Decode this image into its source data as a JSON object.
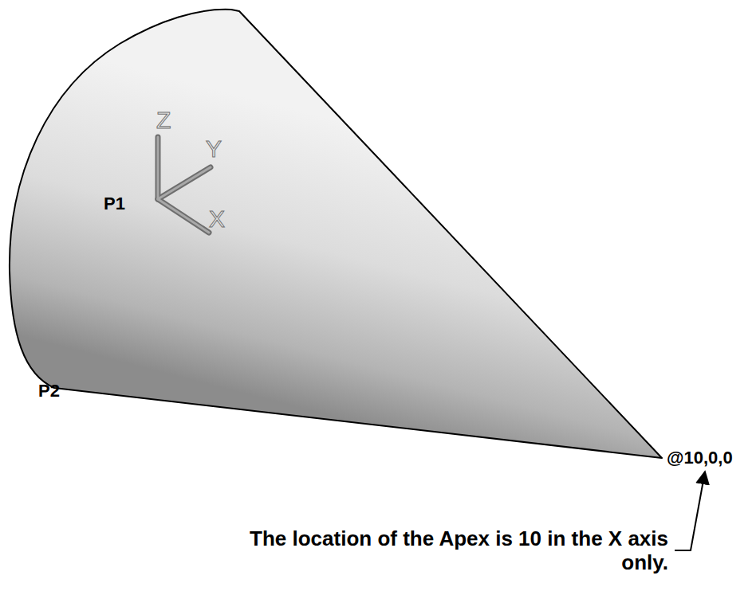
{
  "diagram": {
    "labels": [
      "P1",
      "P2",
      "@10,0,0",
      "The location of the Apex is 10 in the X axis only.",
      "Z",
      "Y",
      "X"
    ]
  }
}
